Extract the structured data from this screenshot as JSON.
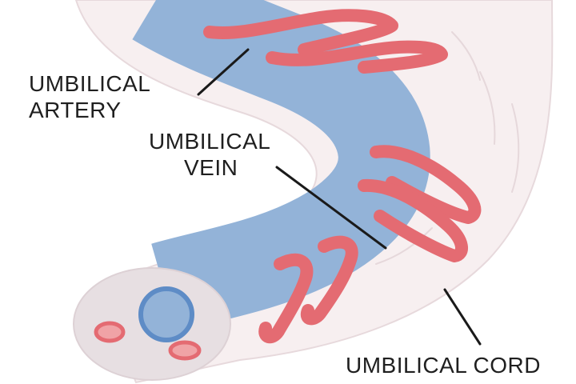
{
  "labels": {
    "artery": [
      "UMBILICAL",
      "ARTERY"
    ],
    "vein": [
      "UMBILICAL",
      "VEIN"
    ],
    "cord": "UMBILICAL CORD"
  },
  "colors": {
    "cord_fill": "#f7eff0",
    "cord_edge": "#e7d9dc",
    "cross_section": "#e7dfe2",
    "vein": "#93b3d8",
    "vein_dark": "#5e8cc6",
    "artery": "#e46b72",
    "artery_light": "#f0a3a6",
    "leader_line": "#1a1a1a"
  }
}
